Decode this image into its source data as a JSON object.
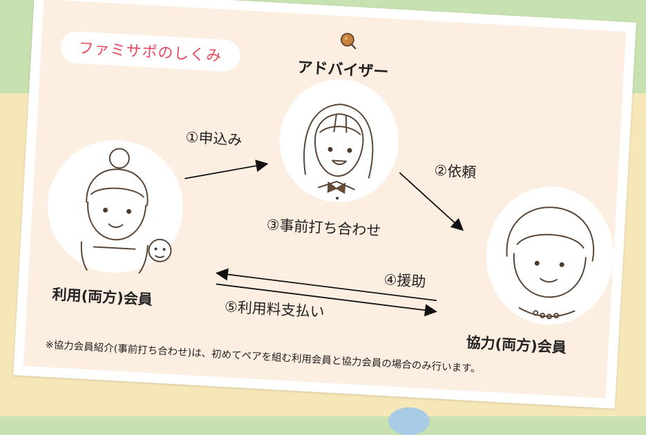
{
  "title": "ファミサポのしくみ",
  "nodes": {
    "advisor": {
      "label": "アドバイザー"
    },
    "user": {
      "label": "利用(両方)会員"
    },
    "helper": {
      "label": "協力(両方)会員"
    }
  },
  "steps": {
    "apply": "①申込み",
    "request": "②依頼",
    "meeting": "③事前打ち合わせ",
    "support": "④援助",
    "payment": "⑤利用料支払い"
  },
  "footnote": "※協力会員紹介(事前打ち合わせ)は、初めてペアを組む利用会員と協力会員の場合のみ行います。",
  "colors": {
    "title": "#e84a5f",
    "panel": "#fdeee2",
    "top_band": "#c7e1b0",
    "bottom_band": "#f6e7b8",
    "magnifier": "#c9803d"
  },
  "icons": {
    "advisor": "magnifier-icon"
  }
}
